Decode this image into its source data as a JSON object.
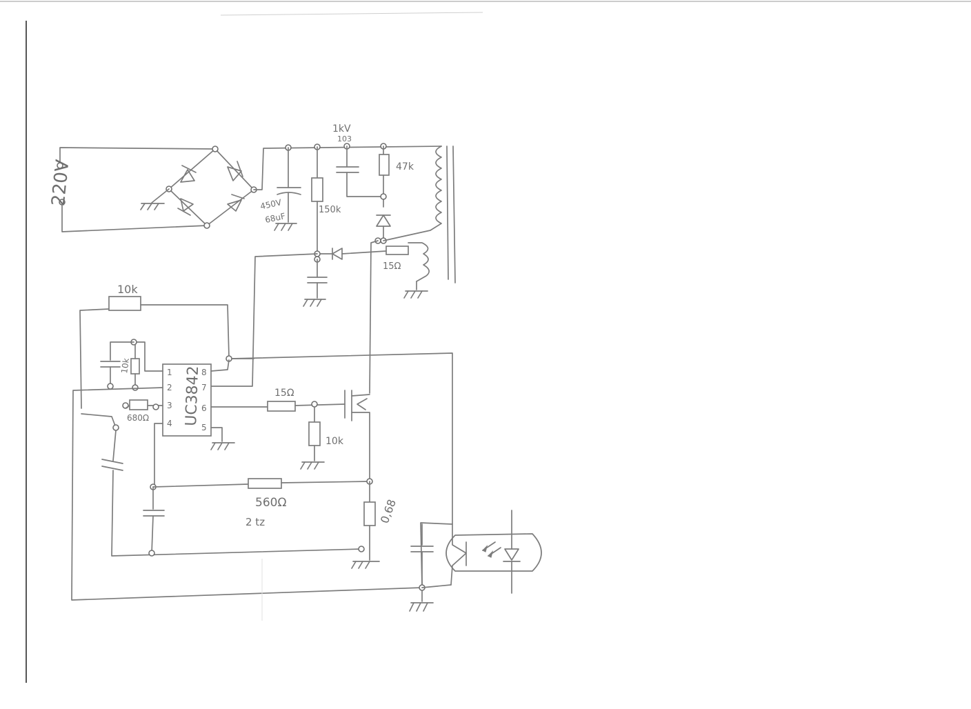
{
  "labels": {
    "mains_voltage": "220V",
    "cap_bulk_voltage": "450V",
    "cap_bulk_value": "68uF",
    "cap_snubber_voltage": "1kV",
    "cap_snubber_code": "103",
    "res_snubber": "47k",
    "res_startup": "150k",
    "res_aux": "15Ω",
    "res_feedback": "10k",
    "res_timing": "10k",
    "res_rt": "680Ω",
    "ic_name": "UC3842",
    "res_gate": "15Ω",
    "res_gate_pulldown": "10k",
    "res_current_filter": "560Ω",
    "res_note": "2 tz",
    "res_sense": "0,68"
  },
  "ic_pins": [
    "1",
    "2",
    "3",
    "4",
    "8",
    "7",
    "6",
    "5"
  ],
  "colors": {
    "paper": "#ffffff",
    "pencil": "#7c7c7c"
  }
}
